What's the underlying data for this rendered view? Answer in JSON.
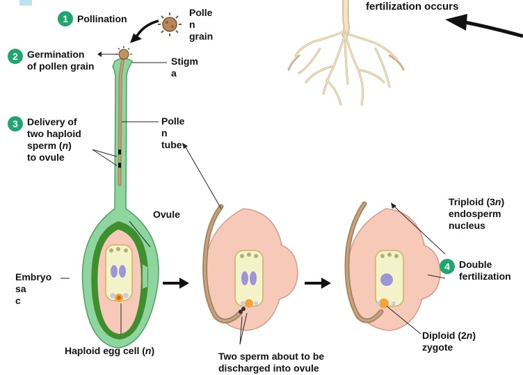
{
  "steps": [
    {
      "number": "1",
      "label": "Pollination"
    },
    {
      "number": "2",
      "label_line1": "Germination",
      "label_line2": "of pollen grain"
    },
    {
      "number": "3",
      "label_line1": "Delivery of",
      "label_line2": "two haploid",
      "label_line3_pre": "sperm (",
      "label_line3_n": "n",
      "label_line3_post": ")",
      "label_line4": "to ovule"
    },
    {
      "number": "4",
      "label_line1": "Double",
      "label_line2": "fertilization"
    }
  ],
  "labels": {
    "pollen_grain": [
      "Polle",
      "n",
      "grain"
    ],
    "stigma": [
      "Stigm",
      "a"
    ],
    "pollen_tube": [
      "Polle",
      "n",
      "tube"
    ],
    "ovule": "Ovule",
    "embryo_sac": [
      "Embryo",
      "sa",
      "c"
    ],
    "egg_cell_pre": "Haploid egg cell (",
    "egg_cell_n": "n",
    "egg_cell_post": ")",
    "two_sperm": [
      "Two sperm about to be",
      "discharged into ovule"
    ],
    "endosperm_pre": "Triploid (3",
    "endosperm_n": "n",
    "endosperm_post": ")",
    "endosperm_line2": "endosperm",
    "endosperm_line3": "nucleus",
    "zygote_pre": "Diploid (2",
    "zygote_n": "n",
    "zygote_post": ")",
    "zygote_line2": "zygote",
    "fertilization_occurs": "fertilization occurs"
  },
  "colors": {
    "badge": "#1fa56e",
    "pistil": "#8fd5a0",
    "ovary_dark": "#3f8f2f",
    "ovule_pink": "#f7c9b8",
    "pollen_tube": "#a58463",
    "egg": "#f2a33a",
    "nucleus": "#9b96d8",
    "root": "#f1e3c4"
  }
}
